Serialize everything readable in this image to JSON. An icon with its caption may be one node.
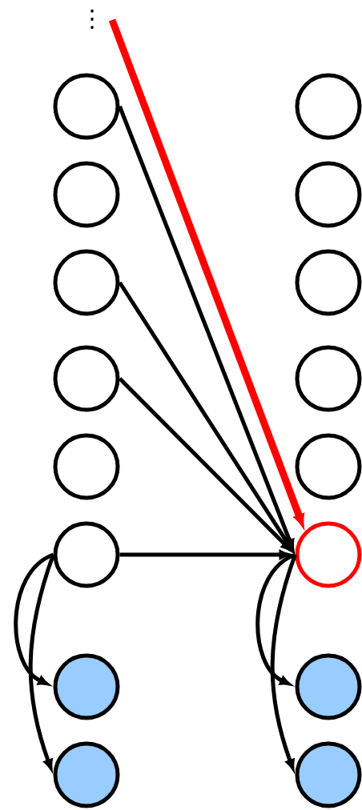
{
  "diagram": {
    "nodes": [
      {
        "text": [],
        "shape": "circle"
      },
      {
        "text": [],
        "shape": "circle"
      },
      {
        "text": [],
        "shape": "circle"
      },
      {
        "text": [],
        "shape": "circle"
      },
      {
        "text": [],
        "shape": "circle"
      },
      {
        "text": [],
        "shape": "circle"
      },
      {
        "text": [],
        "shape": "circle"
      },
      {
        "text": [],
        "shape": "circle"
      },
      {
        "text": [],
        "shape": "circle"
      },
      {
        "text": [],
        "shape": "circle"
      },
      {
        "text": [],
        "shape": "circle"
      },
      {
        "text": [],
        "shape": "circle"
      },
      {
        "text": [],
        "shape": "circle"
      },
      {
        "text": [],
        "shape": "circle"
      },
      {
        "text": [],
        "shape": "circle"
      },
      {
        "text": [],
        "shape": "circle"
      }
    ],
    "edges": [
      {
        "from": null,
        "to": 11,
        "arrow": "to",
        "style": "thick",
        "color": "#ff0000"
      },
      {
        "from": 0,
        "to": 11,
        "arrow": "to"
      },
      {
        "from": 4,
        "to": 11,
        "arrow": "to"
      },
      {
        "from": 6,
        "to": 11,
        "arrow": "to"
      },
      {
        "from": 10,
        "to": 11,
        "arrow": "to"
      },
      {
        "from": 10,
        "to": 12,
        "arrow": "to"
      },
      {
        "from": 10,
        "to": 14,
        "arrow": "to"
      },
      {
        "from": 11,
        "to": 13,
        "arrow": "to"
      },
      {
        "from": 11,
        "to": 15,
        "arrow": "to"
      }
    ],
    "labels": [
      "⋮"
    ]
  }
}
